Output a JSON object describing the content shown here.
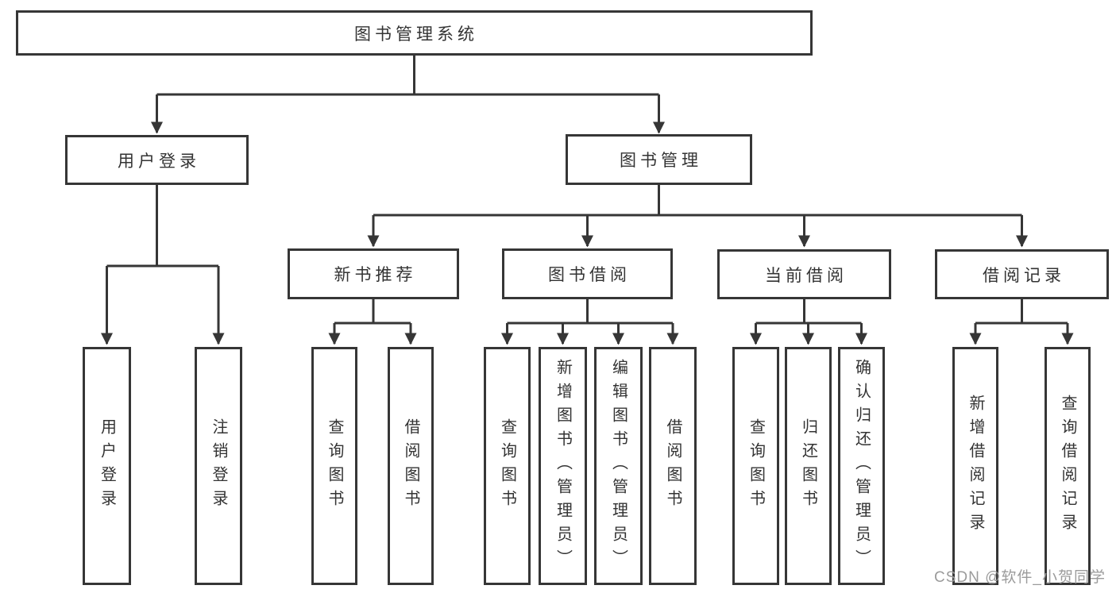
{
  "diagram": {
    "title": "图书管理系统",
    "type": "hierarchy-tree",
    "style": {
      "line_color": "#363636",
      "text_color": "#333333",
      "watermark_color": "#9b9b9b",
      "background": "#ffffff"
    }
  },
  "tree": {
    "label": "图书管理系统",
    "children": [
      {
        "label": "用户登录",
        "children": [
          {
            "label": "用户登录"
          },
          {
            "label": "注销登录"
          }
        ]
      },
      {
        "label": "图书管理",
        "children": [
          {
            "label": "新书推荐",
            "children": [
              {
                "label": "查询图书"
              },
              {
                "label": "借阅图书"
              }
            ]
          },
          {
            "label": "图书借阅",
            "children": [
              {
                "label": "查询图书"
              },
              {
                "label": "新增图书（管理员）"
              },
              {
                "label": "编辑图书（管理员）"
              },
              {
                "label": "借阅图书"
              }
            ]
          },
          {
            "label": "当前借阅",
            "children": [
              {
                "label": "查询图书"
              },
              {
                "label": "归还图书"
              },
              {
                "label": "确认归还（管理员）"
              }
            ]
          },
          {
            "label": "借阅记录",
            "children": [
              {
                "label": "新增借阅记录"
              },
              {
                "label": "查询借阅记录"
              }
            ]
          }
        ]
      }
    ]
  },
  "watermark": "CSDN @软件_小贺同学"
}
